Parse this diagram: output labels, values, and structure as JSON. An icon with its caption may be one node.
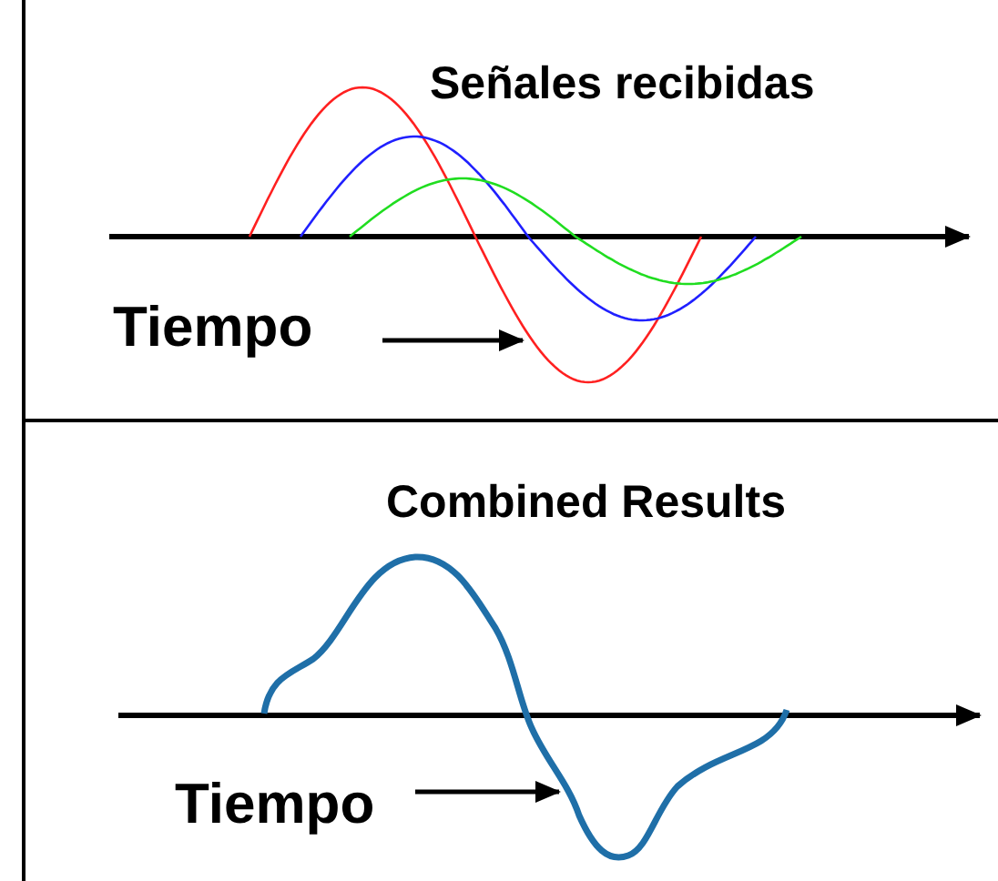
{
  "diagram": {
    "nodes": [
      {
        "text": [
          "Señales recibidas",
          "Tiempo"
        ]
      },
      {
        "text": [
          "Combined Results",
          "Tiempo"
        ]
      }
    ]
  }
}
